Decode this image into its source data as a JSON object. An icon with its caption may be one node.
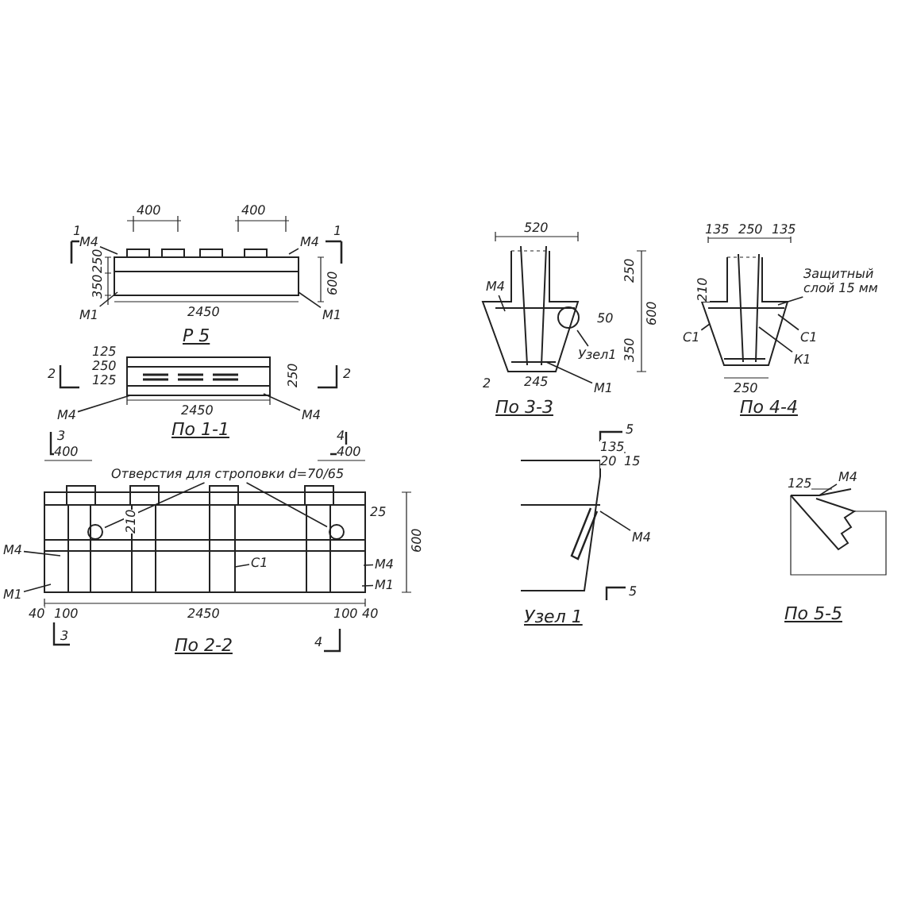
{
  "diagram": {
    "nodes": [
      {
        "text": [
          "М4"
        ]
      },
      {
        "text": [
          "М4"
        ]
      },
      {
        "text": [
          "М1"
        ]
      },
      {
        "text": [
          "М1"
        ]
      },
      {
        "text": [
          "М4"
        ]
      },
      {
        "text": [
          "М4"
        ]
      },
      {
        "text": [
          "Отверстия для строповки d=70/65"
        ]
      },
      {
        "text": [
          "С1"
        ]
      },
      {
        "text": [
          "М4"
        ]
      },
      {
        "text": [
          "М1"
        ]
      },
      {
        "text": [
          "М4"
        ]
      },
      {
        "text": [
          "М1"
        ]
      },
      {
        "text": [
          "М4"
        ]
      },
      {
        "text": [
          "Узел1"
        ]
      },
      {
        "text": [
          "М1"
        ]
      },
      {
        "text": [
          "Защитный слой 15 мм"
        ]
      },
      {
        "text": [
          "С1"
        ]
      },
      {
        "text": [
          "С1"
        ]
      },
      {
        "text": [
          "К1"
        ]
      },
      {
        "text": [
          "М4"
        ]
      },
      {
        "text": [
          "М4"
        ]
      },
      {
        "text": [],
        "shape": "circle"
      },
      {
        "text": [],
        "shape": "circle"
      },
      {
        "text": [],
        "shape": "circle"
      }
    ],
    "edges": [
      {
        "from": 0,
        "to": null,
        "arrow": "none"
      },
      {
        "from": 1,
        "to": null,
        "arrow": "none"
      },
      {
        "from": 2,
        "to": null,
        "arrow": "none"
      },
      {
        "from": 3,
        "to": null,
        "arrow": "none"
      },
      {
        "from": 4,
        "to": null,
        "arrow": "none"
      },
      {
        "from": 5,
        "to": null,
        "arrow": "none"
      },
      {
        "from": 6,
        "to": 21,
        "arrow": "none"
      },
      {
        "from": 6,
        "to": 22,
        "arrow": "none"
      },
      {
        "from": 7,
        "to": null,
        "arrow": "none"
      },
      {
        "from": 8,
        "to": null,
        "arrow": "none"
      },
      {
        "from": 9,
        "to": null,
        "arrow": "none"
      },
      {
        "from": 10,
        "to": null,
        "arrow": "none"
      },
      {
        "from": 11,
        "to": null,
        "arrow": "none"
      },
      {
        "from": 12,
        "to": null,
        "arrow": "none"
      },
      {
        "from": 13,
        "to": 23,
        "arrow": "none"
      },
      {
        "from": 14,
        "to": null,
        "arrow": "none"
      },
      {
        "from": 15,
        "to": null,
        "arrow": "none"
      },
      {
        "from": 16,
        "to": null,
        "arrow": "none"
      },
      {
        "from": 17,
        "to": null,
        "arrow": "none"
      },
      {
        "from": 18,
        "to": null,
        "arrow": "none"
      },
      {
        "from": 19,
        "to": null,
        "arrow": "none"
      },
      {
        "from": 20,
        "to": null,
        "arrow": "none"
      }
    ],
    "labels": [
      "1",
      "400",
      "400",
      "1",
      "250",
      "350",
      "600",
      "2450",
      "Р 5",
      "2",
      "125",
      "250",
      "125",
      "250",
      "2",
      "2450",
      "По 1-1",
      "3",
      "4",
      "400",
      "400",
      "210",
      "25",
      "600",
      "40",
      "100",
      "2450",
      "100",
      "40",
      "3",
      "4",
      "По 2-2",
      "520",
      "250",
      "50",
      "350",
      "600",
      "2",
      "245",
      "По 3-3",
      "135",
      "250",
      "135",
      "210",
      "250",
      "По 4-4",
      "5",
      "135",
      "20",
      "15",
      "5",
      "Узел 1",
      "125",
      "По 5-5"
    ]
  }
}
